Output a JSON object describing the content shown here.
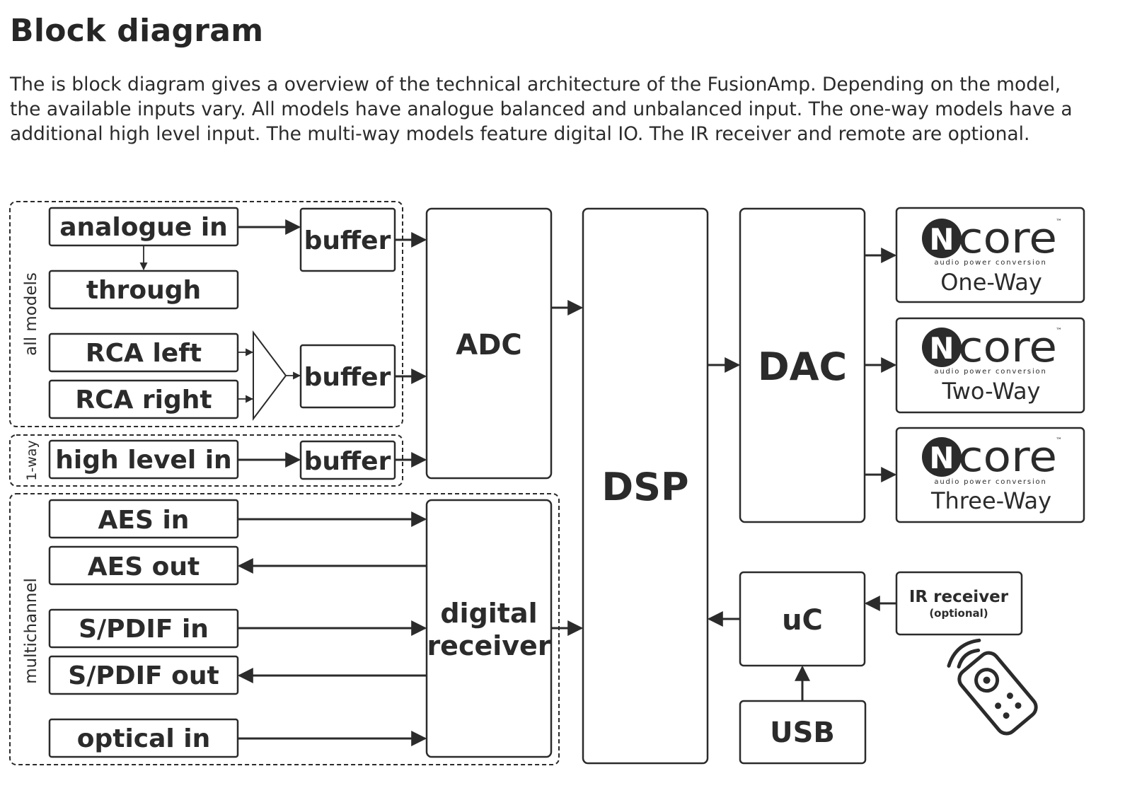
{
  "title": "Block diagram",
  "intro": [
    "The is block diagram gives a overview of the technical architecture of the FusionAmp. Depending on the model,",
    "the available inputs vary. All models have analogue balanced and unbalanced input. The one-way models have a",
    "additional high level input. The multi-way models feature digital IO. The IR receiver and remote are optional."
  ],
  "groups": {
    "all_models": "all models",
    "one_way": "1-way",
    "multichannel": "multichannel"
  },
  "inputs": {
    "analogue_in": "analogue in",
    "through": "through",
    "rca_left": "RCA left",
    "rca_right": "RCA right",
    "high_level_in": "high level in",
    "aes_in": "AES in",
    "aes_out": "AES out",
    "spdif_in": "S/PDIF in",
    "spdif_out": "S/PDIF out",
    "optical_in": "optical in"
  },
  "blocks": {
    "buffer": "buffer",
    "adc": "ADC",
    "digital_receiver_line1": "digital",
    "digital_receiver_line2": "receiver",
    "dsp": "DSP",
    "dac": "DAC",
    "uc": "uC",
    "usb": "USB",
    "ir_receiver": "IR receiver",
    "ir_optional": "(optional)"
  },
  "amps": {
    "logo_text": "core",
    "logo_letter": "N",
    "logo_tm": "™",
    "logo_sub": "audio power conversion",
    "items": [
      "One-Way",
      "Two-Way",
      "Three-Way"
    ]
  },
  "icons": {
    "remote": "remote-control-icon"
  }
}
